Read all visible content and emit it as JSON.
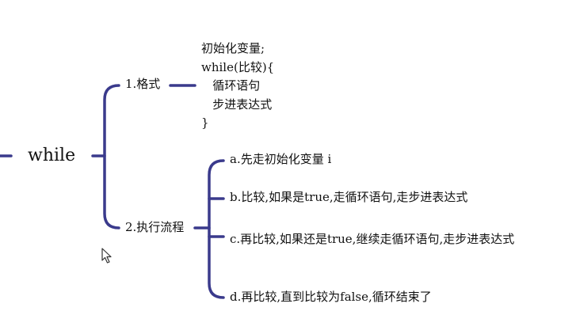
{
  "root": {
    "label": "while"
  },
  "branches": [
    {
      "label": "1.格式",
      "code_lines": [
        "初始化变量;",
        "while(比较){",
        "   循环语句",
        "   步进表达式",
        "}"
      ]
    },
    {
      "label": "2.执行流程",
      "steps": [
        "a.先走初始化变量 i",
        "b.比较,如果是true,走循环语句,走步进表达式",
        "c.再比较,如果还是true,继续走循环语句,走步进表达式",
        "d.再比较,直到比较为false,循环结束了"
      ]
    }
  ],
  "colors": {
    "connector": "#3a3a8c",
    "text": "#111111",
    "background": "#ffffff"
  },
  "icons": {
    "cursor": "mouse-pointer-icon"
  }
}
